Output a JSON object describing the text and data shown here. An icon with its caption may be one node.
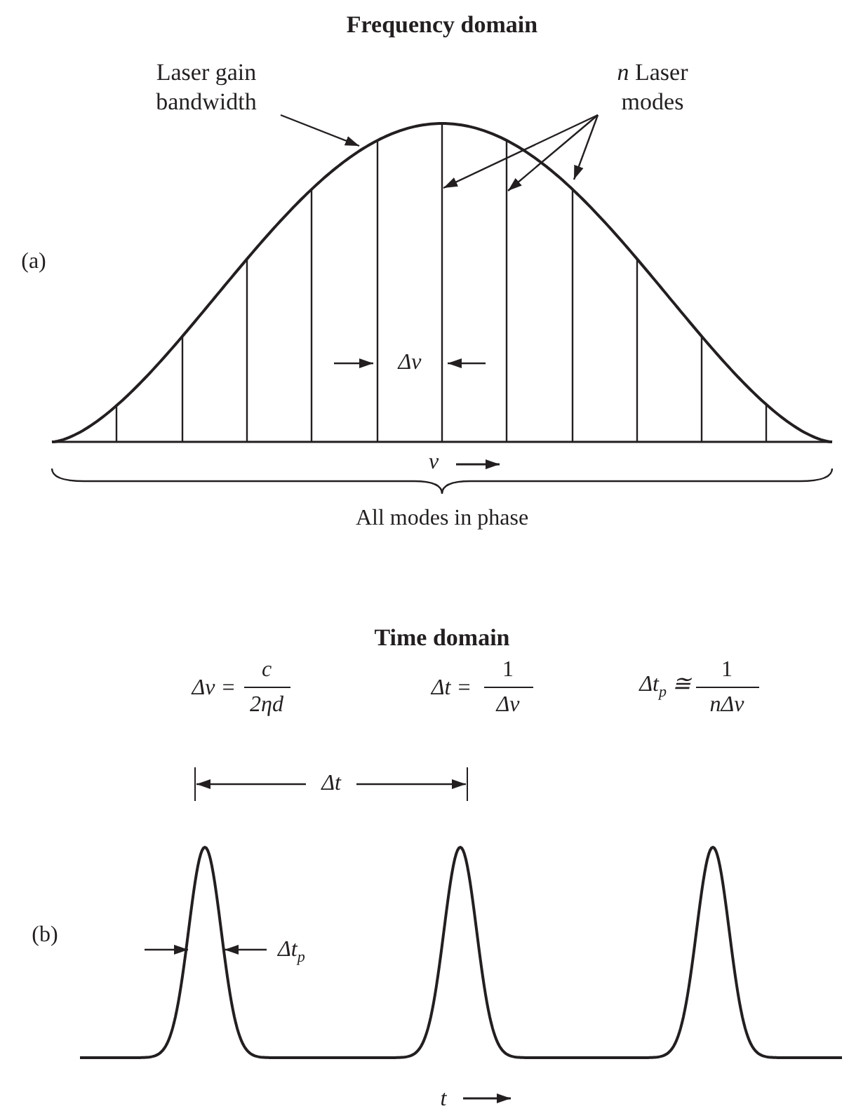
{
  "diagram": {
    "nodes": [
      {
        "text": [
          "Laser gain bandwidth"
        ]
      },
      {
        "text": [],
        "shape": "picture"
      },
      {
        "text": [
          "*n* Laser modes"
        ]
      },
      {
        "text": [],
        "shape": "bar",
        "in": 1
      },
      {
        "text": [],
        "shape": "bar",
        "in": 1
      },
      {
        "text": [],
        "shape": "bar",
        "in": 1
      }
    ],
    "edges": [
      {
        "from": 0,
        "to": 1,
        "arrow": "to"
      },
      {
        "from": 2,
        "to": 3,
        "arrow": "to"
      },
      {
        "from": 2,
        "to": 4,
        "arrow": "to"
      },
      {
        "from": 2,
        "to": 5,
        "arrow": "to"
      }
    ],
    "labels": [
      "Frequency domain",
      "(a)",
      "Δν",
      "ν",
      "All modes in phase",
      "Time domain",
      "Δν =",
      "c",
      "2ηd",
      "Δt =",
      "1",
      "Δν",
      "Δt$_{p}$ ≅",
      "1",
      "nΔν",
      "Δt",
      "(b)",
      "Δt$_{p}$",
      "t"
    ]
  }
}
